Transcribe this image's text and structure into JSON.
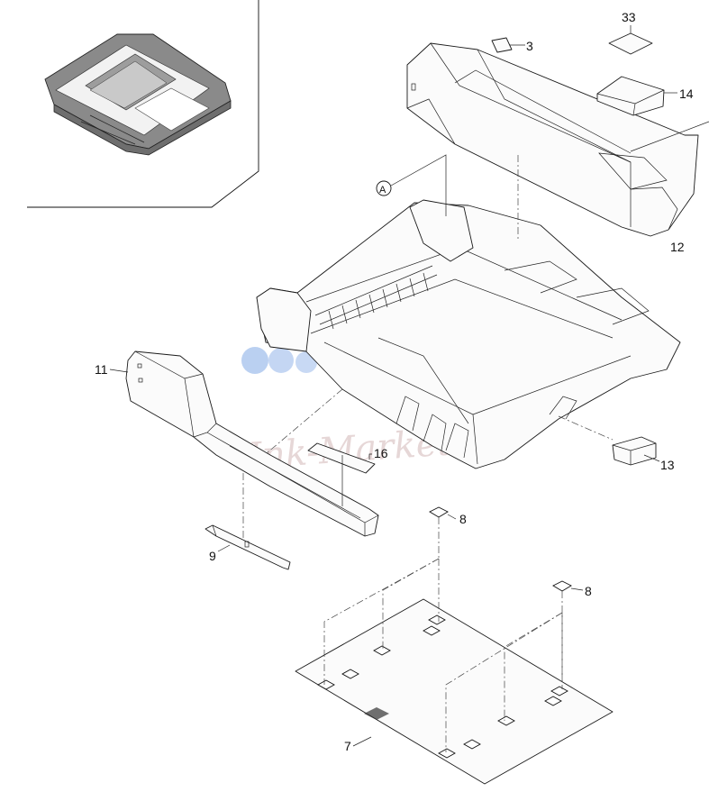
{
  "diagram": {
    "callouts": {
      "c3": "3",
      "c33": "33",
      "c14": "14",
      "c12": "12",
      "cA": "A",
      "c11": "11",
      "c16": "16",
      "c13": "13",
      "c8a": "8",
      "c9": "9",
      "c8b": "8",
      "c7": "7"
    },
    "watermark": {
      "text": "Ink-Market",
      "colors": [
        "#3a78d8",
        "#f0a040",
        "#b07070"
      ]
    },
    "colors": {
      "line": "#111111",
      "background": "#ffffff",
      "inset_fill": "#8c8c8c"
    }
  }
}
